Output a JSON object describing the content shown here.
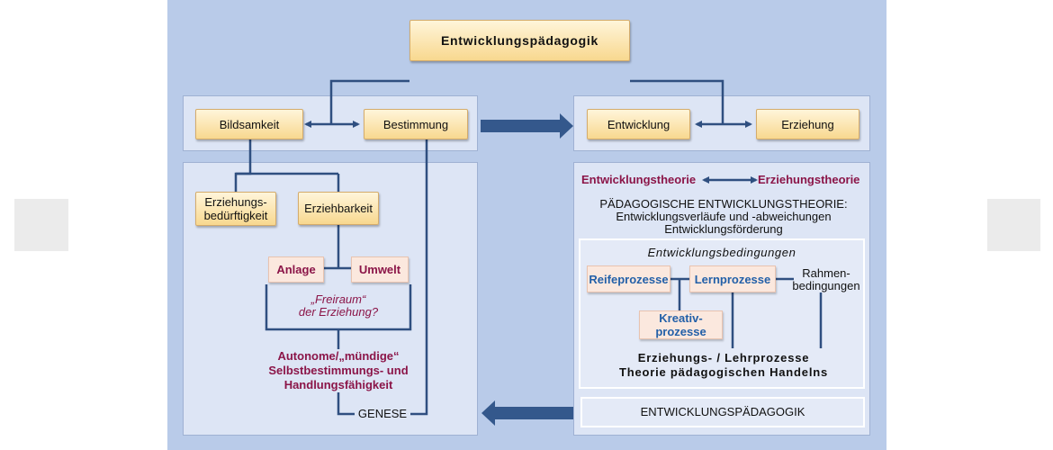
{
  "title": "Entwicklungspädagogik",
  "top_row": {
    "bildsamkeit": "Bildsamkeit",
    "bestimmung": "Bestimmung",
    "entwicklung": "Entwicklung",
    "erziehung": "Erziehung"
  },
  "left_panel": {
    "erziehungsbeduerftigkeit_line1": "Erziehungs-",
    "erziehungsbeduerftigkeit_line2": "bedürftigkeit",
    "erziehbarkeit": "Erziehbarkeit",
    "anlage": "Anlage",
    "umwelt": "Umwelt",
    "freiraum_line1": "„Freiraum“",
    "freiraum_line2": "der Erziehung?",
    "autonome_line1": "Autonome/„mündige“",
    "autonome_line2": "Selbstbestimmungs- und",
    "autonome_line3": "Handlungsfähigkeit",
    "genese": "GENESE"
  },
  "right_panel": {
    "entwicklungstheorie": "Entwicklungstheorie",
    "erziehungstheorie": "Erziehungstheorie",
    "paed_line1": "PÄDAGOGISCHE ENTWICKLUNGSTHEORIE:",
    "paed_line2": "Entwicklungsverläufe und -abweichungen",
    "paed_line3": "Entwicklungsförderung",
    "bedingungen_title": "Entwicklungsbedingungen",
    "reifeprozesse": "Reifeprozesse",
    "lernprozesse": "Lernprozesse",
    "rahmen_line1": "Rahmen-",
    "rahmen_line2": "bedingungen",
    "kreativ_line1": "Kreativ-",
    "kreativ_line2": "prozesse",
    "lehr_line1": "Erziehungs- / Lehrprozesse",
    "lehr_line2": "Theorie pädagogischen Handelns",
    "bottom_box": "ENTWICKLUNGSPÄDAGOGIK"
  },
  "colors": {
    "background": "#b9cbe9",
    "panel": "#dde5f5",
    "line": "#2f4f80",
    "accent_maroon": "#8b1548",
    "accent_blue": "#2360a8",
    "box_fill": "#f8d88f"
  }
}
